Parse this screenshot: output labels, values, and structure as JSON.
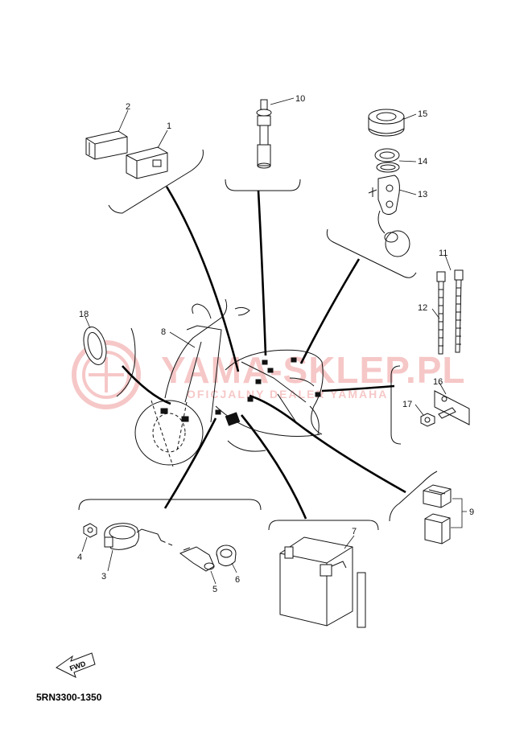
{
  "diagram_code": "5RN3300-1350",
  "fwd_label": "FWD",
  "watermark": {
    "title": "YAMA-SKLEP.PL",
    "subtitle": "OFICJALNY DEALER YAMAHA",
    "color": "#e23b3b"
  },
  "callouts": [
    {
      "id": "1",
      "label": "1"
    },
    {
      "id": "2",
      "label": "2"
    },
    {
      "id": "3",
      "label": "3"
    },
    {
      "id": "4",
      "label": "4"
    },
    {
      "id": "5",
      "label": "5"
    },
    {
      "id": "6",
      "label": "6"
    },
    {
      "id": "7",
      "label": "7"
    },
    {
      "id": "8",
      "label": "8"
    },
    {
      "id": "9",
      "label": "9"
    },
    {
      "id": "10",
      "label": "10"
    },
    {
      "id": "11",
      "label": "11"
    },
    {
      "id": "12",
      "label": "12"
    },
    {
      "id": "13",
      "label": "13"
    },
    {
      "id": "14",
      "label": "14"
    },
    {
      "id": "15",
      "label": "15"
    },
    {
      "id": "16",
      "label": "16"
    },
    {
      "id": "17",
      "label": "17"
    },
    {
      "id": "18",
      "label": "18"
    }
  ]
}
